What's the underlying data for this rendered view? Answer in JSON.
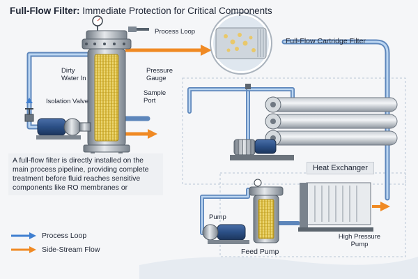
{
  "title": {
    "bold": "Full-Flow Filter:",
    "rest": " Immediate Protection for Critical Components"
  },
  "labels": {
    "process_loop": "Process Loop",
    "cartridge_filter": "Full-Flow Cartridge Filter",
    "dirty_water_in": "Dirty Water In",
    "pressure_gauge": "Pressure Gauge",
    "isolation_valve": "Isolation Valve",
    "sample_port": "Sample Port",
    "heat_exchanger": "Heat Exchanger",
    "pump": "Pump",
    "feed_pump": "Feed Pump",
    "high_pressure_pump": "High Pressure Pump"
  },
  "description": "A full-flow filter is directly installed on the main process pipeline, providing complete treatment before fluid reaches sensitive components like RO membranes or",
  "legend": {
    "process_loop": "Process Loop",
    "side_stream": "Side-Stream Flow"
  },
  "colors": {
    "process_blue": "#3f7fd0",
    "side_orange": "#f08a24",
    "pipe_light": "#9fc3ea",
    "steel": "#9aa3ad",
    "filter_yellow": "#f1d24a"
  },
  "icons": [
    "arrow-right-icon",
    "arrow-up-icon",
    "valve-icon",
    "gauge-icon"
  ]
}
